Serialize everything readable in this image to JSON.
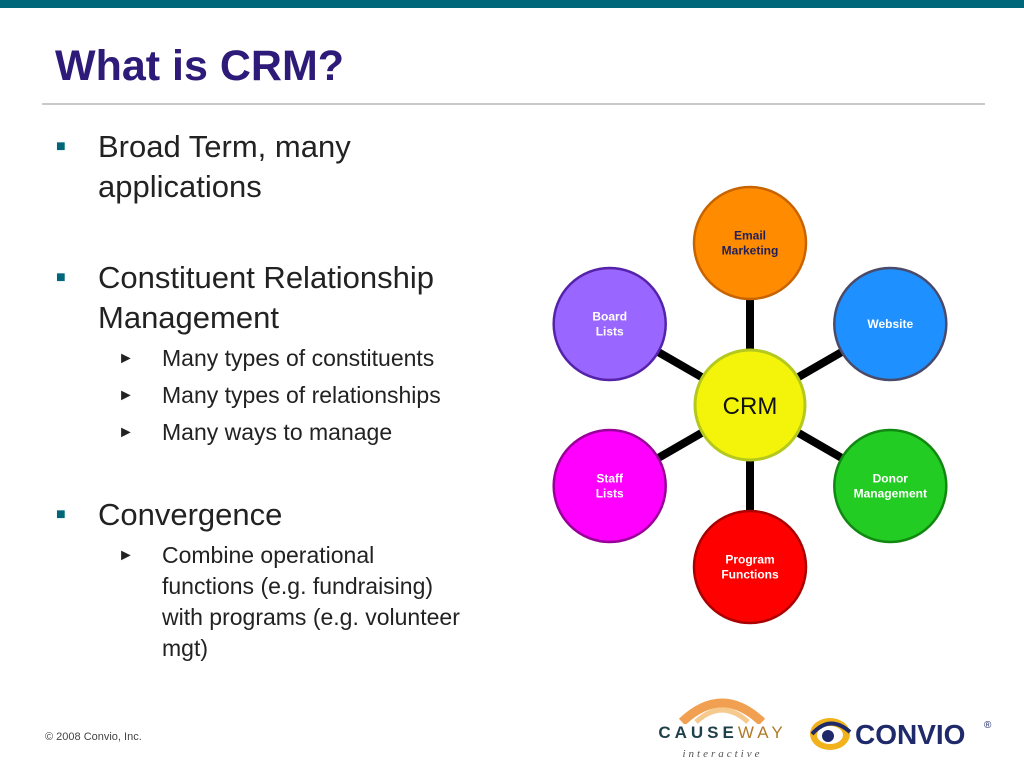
{
  "slide": {
    "title": "What is CRM?",
    "footer": "© 2008 Convio, Inc."
  },
  "bullets": [
    {
      "text": "Broad Term, many applications",
      "lines": [
        "Broad Term, many",
        "applications"
      ],
      "sub": []
    },
    {
      "text": "Constituent Relationship Management",
      "lines": [
        "Constituent Relationship",
        "Management"
      ],
      "sub": [
        {
          "lines": [
            "Many types of constituents"
          ]
        },
        {
          "lines": [
            "Many types of relationships"
          ]
        },
        {
          "lines": [
            "Many ways to manage"
          ]
        }
      ]
    },
    {
      "text": "Convergence",
      "lines": [
        "Convergence"
      ],
      "sub": [
        {
          "lines": [
            "Combine operational",
            "functions (e.g. fundraising)",
            "with programs (e.g. volunteer",
            "mgt)"
          ]
        }
      ]
    }
  ],
  "diagram": {
    "center": {
      "label": "CRM",
      "fill": "#f4f40a",
      "stroke": "#b4c81e"
    },
    "nodes": [
      {
        "lines": [
          "Email",
          "Marketing"
        ],
        "fill": "#ff8c00",
        "stroke": "#c86400",
        "text_color": "#1f1f5a"
      },
      {
        "lines": [
          "Website"
        ],
        "fill": "#1e90ff",
        "stroke": "#4a4a6a",
        "text_color": "#ffffff"
      },
      {
        "lines": [
          "Donor",
          "Management"
        ],
        "fill": "#22cc22",
        "stroke": "#118811",
        "text_color": "#ffffff"
      },
      {
        "lines": [
          "Program",
          "Functions"
        ],
        "fill": "#ff0000",
        "stroke": "#aa0000",
        "text_color": "#ffffff"
      },
      {
        "lines": [
          "Staff",
          "Lists"
        ],
        "fill": "#ff00ff",
        "stroke": "#990099",
        "text_color": "#ffffff"
      },
      {
        "lines": [
          "Board",
          "Lists"
        ],
        "fill": "#9966ff",
        "stroke": "#5522aa",
        "text_color": "#ffffff"
      }
    ]
  },
  "logos": {
    "causeway_a": "CAUSE",
    "causeway_b": "WAY",
    "causeway_sub": "interactive",
    "convio": "CONVIO",
    "convio_mark": "®"
  },
  "colors": {
    "accent_bar": "#00667a",
    "title": "#2e1a78",
    "bullet_marker": "#00667a"
  }
}
